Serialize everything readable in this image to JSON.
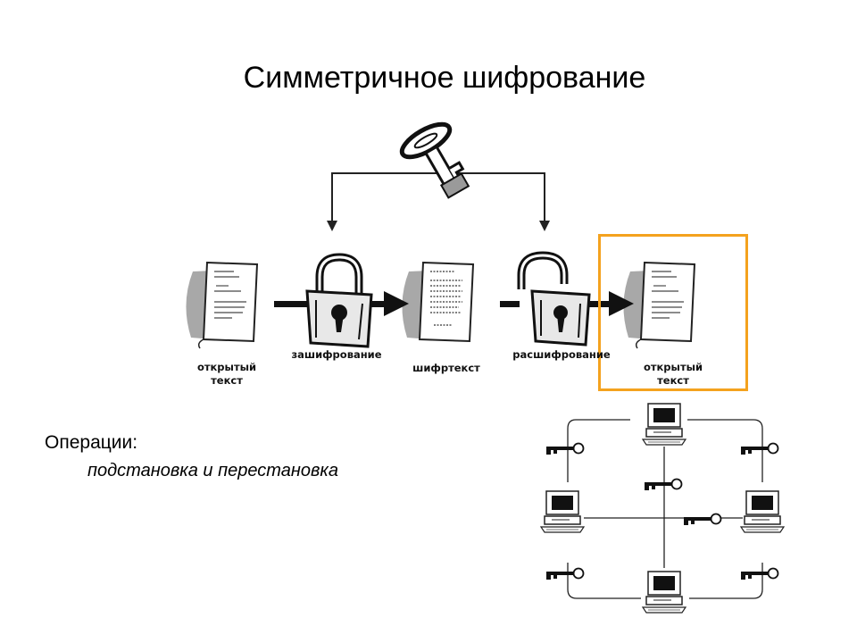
{
  "title": "Симметричное шифрование",
  "flow": {
    "plaintext_label": "открытый текст",
    "encrypt_label": "зашифрование",
    "ciphertext_label": "шифртекст",
    "decrypt_label": "расшифрование",
    "output_label": "открытый текст"
  },
  "operations": {
    "heading": "Операции:",
    "item": "подстановка и перестановка"
  },
  "colors": {
    "highlight": "#f4a21e",
    "shadow": "#a8a8a8"
  }
}
